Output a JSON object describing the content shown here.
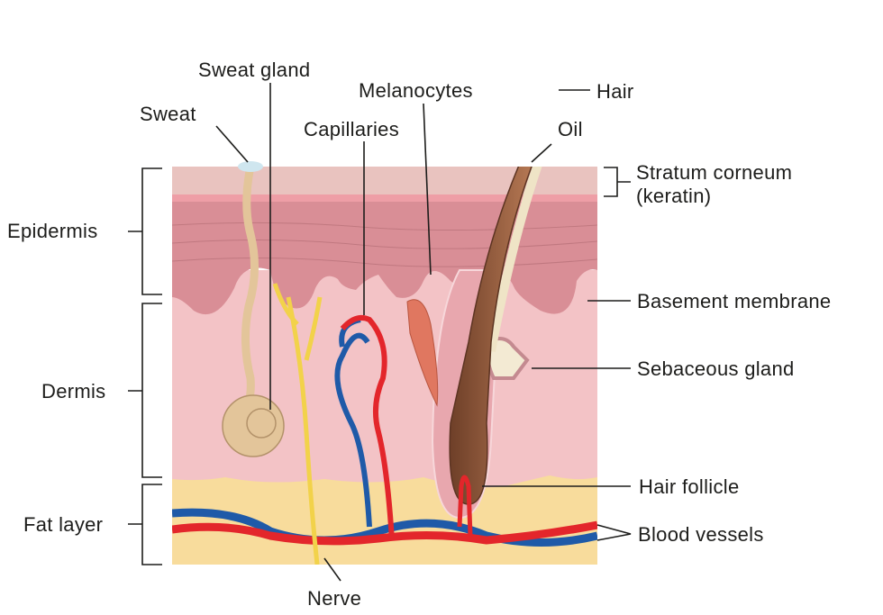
{
  "title": "Skin cross-section",
  "labels": {
    "sweat_gland": "Sweat gland",
    "sweat": "Sweat",
    "melanocytes": "Melanocytes",
    "capillaries": "Capillaries",
    "hair": "Hair",
    "oil": "Oil",
    "stratum_corneum": "Stratum corneum",
    "keratin": "(keratin)",
    "epidermis": "Epidermis",
    "basement_membrane": "Basement membrane",
    "sebaceous_gland": "Sebaceous gland",
    "dermis": "Dermis",
    "hair_follicle": "Hair follicle",
    "fat_layer": "Fat layer",
    "blood_vessels": "Blood vessels",
    "nerve": "Nerve"
  },
  "colors": {
    "stratum": "#e9c3bf",
    "epidermis": "#d98e96",
    "dermis": "#f3c3c6",
    "fat": "#f8dc9c",
    "artery": "#e3262b",
    "vein": "#1f5aa8",
    "hair": "#8a5236",
    "nerve": "#f2d24a",
    "gland": "#e3c59a"
  }
}
